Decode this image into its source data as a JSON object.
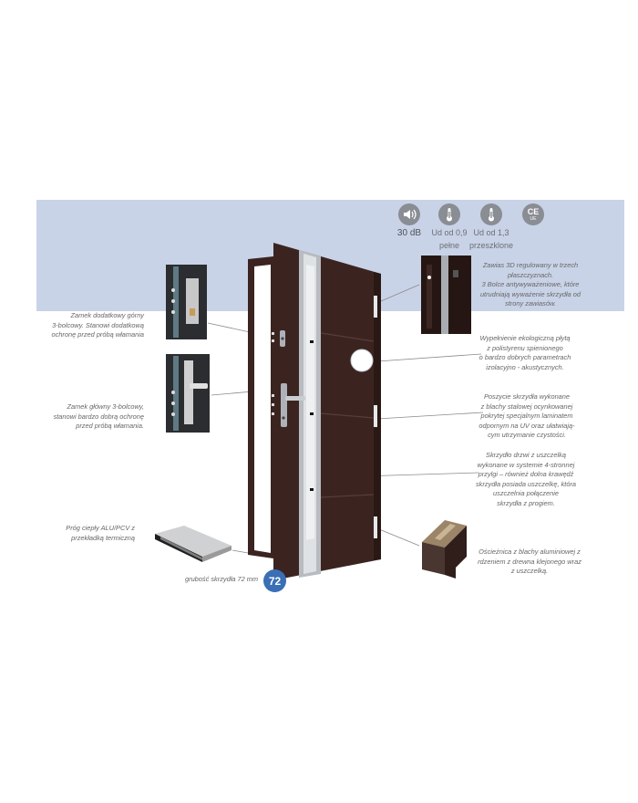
{
  "features": {
    "acoustic": {
      "icon": "speaker-icon",
      "value": "30 dB"
    },
    "solid_ud": {
      "icon": "thermometer-icon",
      "value": "Ud od 0,9",
      "label": "pełne"
    },
    "glazed_ud": {
      "icon": "thermometer-icon",
      "value": "Ud od 1,3",
      "label": "przeszklone"
    },
    "ce": {
      "icon": "ce-mark-icon",
      "mark": "CE",
      "sub": "UE"
    }
  },
  "captions": {
    "upper_lock": [
      "Zamek dodatkowy górny",
      "3-bolcowy. Stanowi dodatkową",
      "ochronę przed próbą włamania"
    ],
    "main_lock": [
      "Zamek główny 3-bolcowy,",
      "stanowi bardzo dobrą ochronę",
      "przed próbą włamania."
    ],
    "threshold": [
      "Próg ciepły ALU/PCV z",
      "przekładką termiczną"
    ],
    "hinges": [
      "Zawias 3D regulowany w trzech",
      "płaszczyznach.",
      "3 Bolce antywyważeniowe, które",
      "utrudniają wyważenie skrzydła od",
      "strony zawiasów."
    ],
    "filling": [
      "Wypełnienie ekologiczną płytą",
      "z polistyrenu spienionego",
      "o bardzo dobrych parametrach",
      "izolacyjno - akustycznych."
    ],
    "coating": [
      "Poszycie skrzydła wykonane",
      "z blachy stalowej ocynkowanej",
      "pokrytej specjalnym laminatem",
      "odpornym na UV oraz ułatwiają-",
      "cym utrzymanie czystości."
    ],
    "seal": [
      "Skrzydło drzwi z uszczelką",
      "wykonane w systemie 4-stronnej",
      "przylgi – również dolna krawędź",
      "skrzydła posiada uszczelkę, która",
      "uszczelnia połączenie",
      "skrzydła z progiem."
    ],
    "frame": [
      "Ościeżnica z blachy aluminiowej z",
      "rdzeniem z drewna klejonego wraz",
      "z uszczelką."
    ]
  },
  "thickness": {
    "label": "grubość skrzydła 72 mm",
    "badge": "72"
  },
  "colors": {
    "band": "#c9d3e7",
    "door": "#3b2420",
    "badge": "#3a6fb5",
    "icons": "#8a8d93"
  }
}
